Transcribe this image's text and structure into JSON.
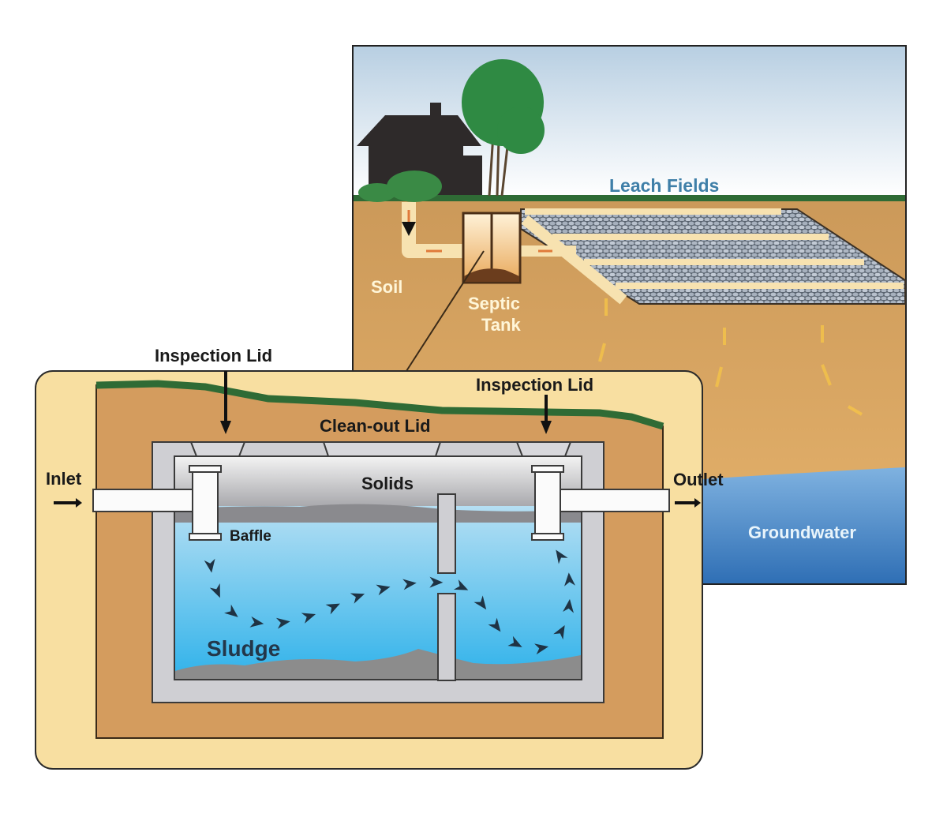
{
  "diagram": {
    "title": "Septic system cross-section",
    "overview_panel": {
      "labels": {
        "leach_fields": "Leach Fields",
        "soil": "Soil",
        "septic_tank_line1": "Septic",
        "septic_tank_line2": "Tank",
        "groundwater": "Groundwater"
      }
    },
    "tank_detail_panel": {
      "labels": {
        "inspection_lid_left": "Inspection Lid",
        "inspection_lid_right": "Inspection Lid",
        "clean_out_lid": "Clean-out Lid",
        "inlet": "Inlet",
        "outlet": "Outlet",
        "solids": "Solids",
        "baffle": "Baffle",
        "sludge": "Sludge"
      }
    },
    "colors": {
      "sky_top": "#b8cfe2",
      "sky_bottom": "#ffffff",
      "soil": "#c99a5a",
      "soil_light": "#e1b06a",
      "grass": "#2f6b35",
      "pipe": "#f7e2b0",
      "gravel": "#8e99a5",
      "groundwater": "#3d82c4",
      "panel_bg": "#f8dfa1",
      "concrete": "#cfcfd3",
      "water": "#4fb3e6",
      "sludge": "#8c8c8c",
      "house": "#2e2a2a",
      "tree": "#2f8a43"
    }
  }
}
